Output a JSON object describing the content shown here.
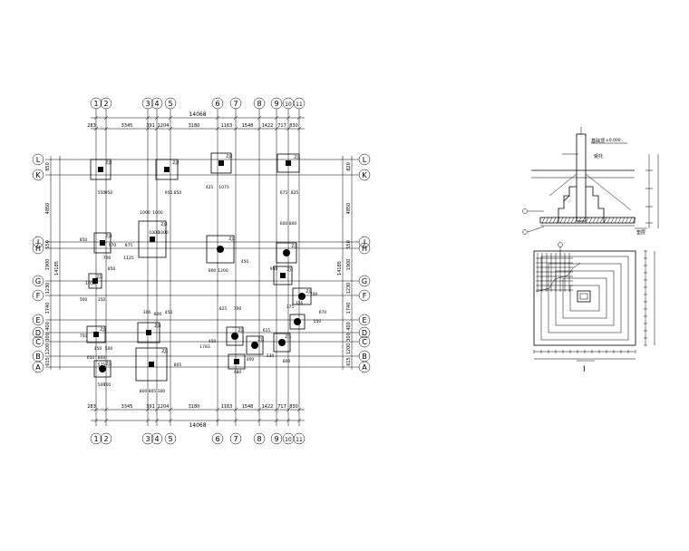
{
  "plan": {
    "axis_numbers": [
      "1",
      "2",
      "3",
      "4",
      "5",
      "6",
      "7",
      "8",
      "9",
      "10",
      "11"
    ],
    "axis_letters": [
      "L",
      "K",
      "J",
      "H",
      "G",
      "F",
      "E",
      "D",
      "C",
      "B",
      "A"
    ],
    "top_total": "14068",
    "top_spans": [
      "283",
      "3345",
      "391",
      "1204",
      "3180",
      "1163",
      "1548",
      "1422",
      "717",
      "830"
    ],
    "bottom_total": "14068",
    "bottom_spans": [
      "283",
      "3345",
      "391",
      "1204",
      "3180",
      "1163",
      "1548",
      "1422",
      "717",
      "830"
    ],
    "left_total": "14185",
    "left_spans": [
      "850",
      "4850",
      "550",
      "1900",
      "1230",
      "1740",
      "400",
      "300",
      "1200",
      "615"
    ],
    "right_total": "14185",
    "right_spans": [
      "820",
      "4850",
      "550",
      "1900",
      "1230",
      "1740",
      "400",
      "300",
      "1200",
      "615"
    ],
    "footing_labels": [
      "ZJ2",
      "ZJ2",
      "ZJ2",
      "ZJ1",
      "ZJ3",
      "ZJ3",
      "ZJ1",
      "ZJ1",
      "ZJ1",
      "ZJ1",
      "ZJ1",
      "ZJ1",
      "ZJ3",
      "ZJ1",
      "ZJ1",
      "ZJ1",
      "ZJ1",
      "ZJ1"
    ],
    "dims": [
      "550",
      "950",
      "950",
      "850",
      "425",
      "1075",
      "675",
      "825",
      "600",
      "800",
      "1000",
      "1000",
      "875",
      "1125",
      "1000",
      "1000",
      "800",
      "1200",
      "850",
      "700",
      "500",
      "350",
      "1050",
      "950",
      "450",
      "375",
      "825",
      "700",
      "750",
      "450",
      "500",
      "650",
      "800",
      "800",
      "805",
      "300",
      "805",
      "1783",
      "450",
      "615",
      "480",
      "400",
      "800",
      "230",
      "970",
      "850",
      "500",
      "700",
      "700",
      "550",
      "800",
      "326",
      "670",
      "300",
      "450",
      "575"
    ]
  },
  "section": {
    "labels": [
      "±0.000",
      "基础顶",
      "受托",
      "垫层"
    ],
    "marker": "I"
  }
}
